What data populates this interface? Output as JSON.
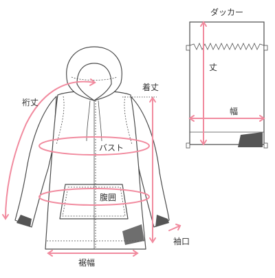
{
  "labels": {
    "dakka_title": "ダッカー",
    "length": "丈",
    "width": "幅",
    "sleeve_length": "裄丈",
    "body_length": "着丈",
    "bust": "バスト",
    "waist": "腹囲",
    "cuff": "袖口",
    "hem_width": "裾幅"
  },
  "colors": {
    "measure": "#f18a9e",
    "outline": "#4a4a4a",
    "shade": "#555555",
    "dotted": "#666666"
  }
}
